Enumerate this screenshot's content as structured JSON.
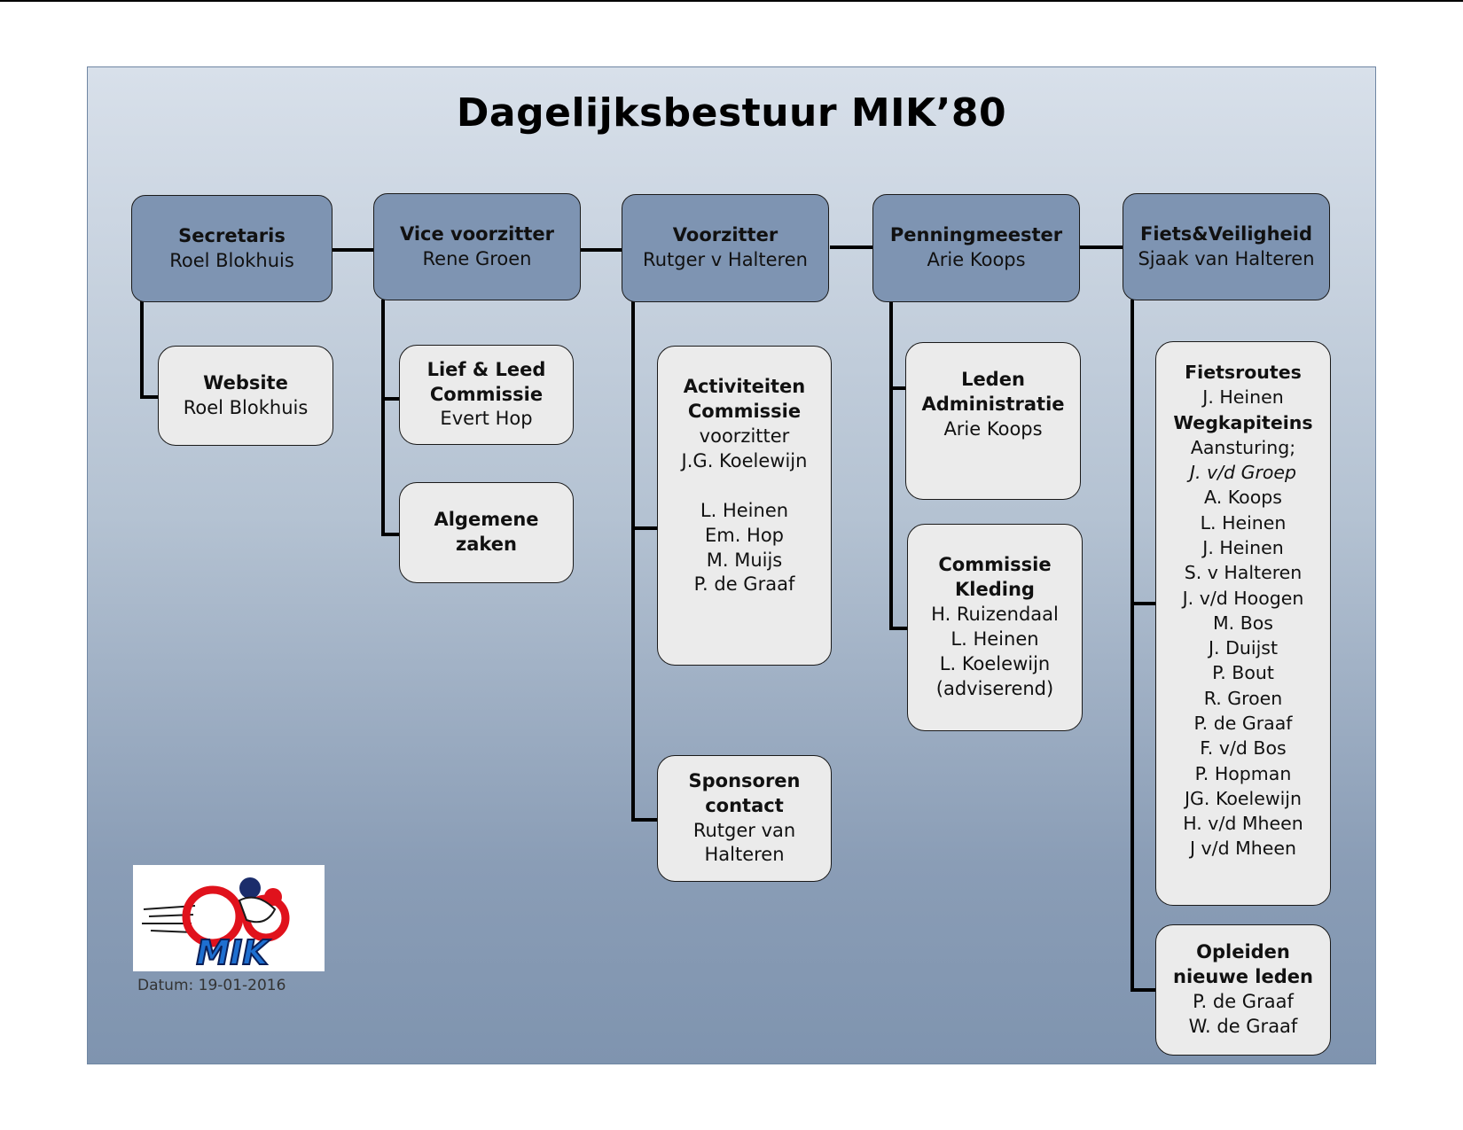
{
  "title": "Dagelijksbestuur MIK’80",
  "board": {
    "secretaris": {
      "role": "Secretaris",
      "name": "Roel Blokhuis"
    },
    "vice": {
      "role": "Vice voorzitter",
      "name": "Rene Groen"
    },
    "voorzitter": {
      "role": "Voorzitter",
      "name": "Rutger v Halteren"
    },
    "penning": {
      "role": "Penningmeester",
      "name": "Arie Koops"
    },
    "fiets": {
      "role": "Fiets&Veiligheid",
      "name": "Sjaak van Halteren"
    }
  },
  "website": {
    "title": "Website",
    "name": "Roel Blokhuis"
  },
  "lief": {
    "title1": "Lief & Leed",
    "title2": "Commissie",
    "name": "Evert Hop"
  },
  "algemene": {
    "title1": "Algemene",
    "title2": "zaken"
  },
  "activiteiten": {
    "title1": "Activiteiten",
    "title2": "Commissie",
    "chair_label": "voorzitter",
    "chair": "J.G. Koelewijn",
    "members": [
      "L. Heinen",
      "Em. Hop",
      "M. Muijs",
      "P. de Graaf"
    ]
  },
  "sponsoren": {
    "title1": "Sponsoren",
    "title2": "contact",
    "name1": "Rutger van",
    "name2": "Halteren"
  },
  "leden": {
    "title1": "Leden",
    "title2": "Administratie",
    "name": "Arie Koops"
  },
  "kleding": {
    "title1": "Commissie",
    "title2": "Kleding",
    "members": [
      "H. Ruizendaal",
      "L. Heinen",
      "L. Koelewijn",
      "(adviserend)"
    ]
  },
  "fietsroutes": {
    "title": "Fietsroutes",
    "name": "J. Heinen",
    "wegkapiteins": "Wegkapiteins",
    "aansturing": "Aansturing;",
    "lead": "J. v/d Groep",
    "members": [
      "A. Koops",
      "L. Heinen",
      "J. Heinen",
      "S. v Halteren",
      "J. v/d Hoogen",
      "M. Bos",
      "J. Duijst",
      "P. Bout",
      "R. Groen",
      "P. de Graaf",
      "F. v/d Bos",
      "P. Hopman",
      "JG. Koelewijn",
      "H. v/d Mheen",
      "J v/d Mheen"
    ]
  },
  "opleiden": {
    "title1": "Opleiden",
    "title2": "nieuwe leden",
    "members": [
      "P. de Graaf",
      "W. de Graaf"
    ]
  },
  "logo_text": "MIK",
  "datum": "Datum: 19-01-2016"
}
